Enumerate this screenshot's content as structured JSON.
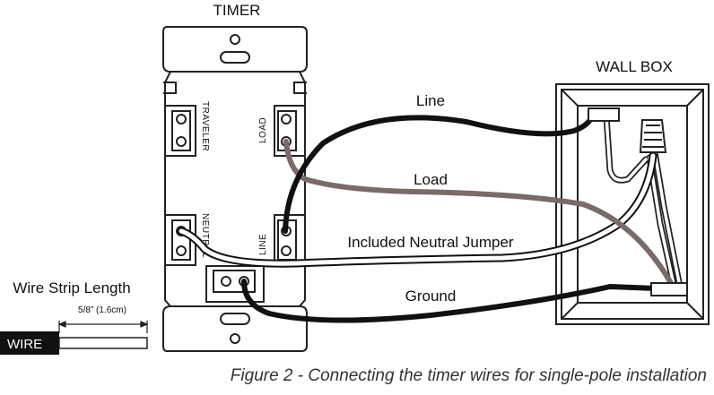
{
  "diagram": {
    "timer_label": "TIMER",
    "wall_box_label": "WALL BOX",
    "terminals": {
      "traveler": "TRAVELER",
      "load": "LOAD",
      "neutral": "NEUTRAL",
      "line": "LINE"
    },
    "wires": {
      "line": "Line",
      "load": "Load",
      "neutral_jumper": "Included Neutral Jumper",
      "ground": "Ground"
    },
    "strip": {
      "title": "Wire Strip Length",
      "measure": "5/8” (1.6cm)",
      "wire_tag": "WIRE"
    },
    "caption": "Figure 2 - Connecting the timer wires for single-pole installation",
    "colors": {
      "line_wire": "#111111",
      "load_wire": "#7a6a6a",
      "neutral_wire": "#ffffff",
      "ground_wire": "#111111",
      "outline": "#222222"
    }
  }
}
